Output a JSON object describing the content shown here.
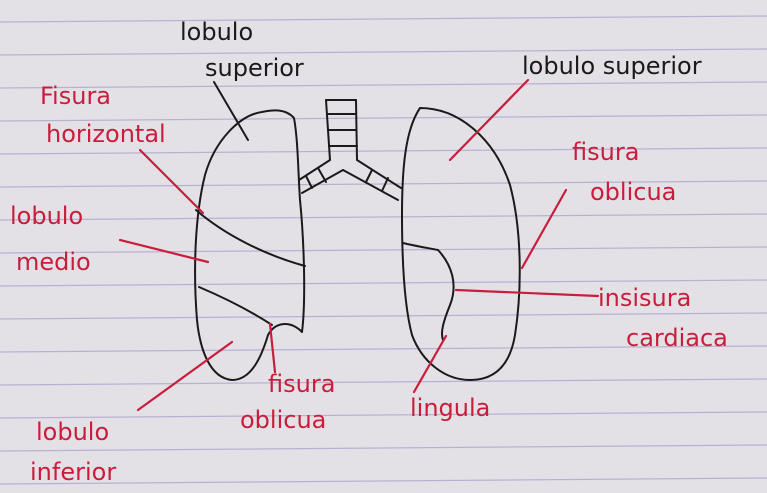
{
  "colors": {
    "paper": "#e4e1e6",
    "rule_line": "#b7b2d2",
    "ink_red": "#c91d3c",
    "ink_black": "#1a1a1a"
  },
  "labels": {
    "upper_lobe_center": {
      "line1": "lobulo",
      "line2": "superior"
    },
    "upper_lobe_right": {
      "text": "lobulo superior"
    },
    "horizontal_fissure": {
      "line1": "Fisura",
      "line2": "horizontal"
    },
    "middle_lobe": {
      "line1": "lobulo",
      "line2": "medio"
    },
    "oblique_fissure_right": {
      "line1": "fisura",
      "line2": "oblicua"
    },
    "cardiac_notch": {
      "line1": "insisura",
      "line2": "cardiaca"
    },
    "lower_lobe": {
      "line1": "lobulo",
      "line2": "inferior"
    },
    "oblique_fissure_bottom": {
      "line1": "fisura",
      "line2": "oblicua"
    },
    "lingula": {
      "text": "lingula"
    }
  }
}
